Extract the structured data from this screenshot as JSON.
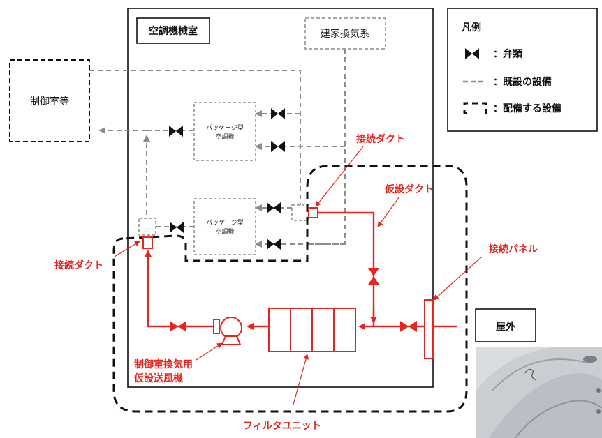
{
  "diagram": {
    "room_label": "空調機械室",
    "building_ventilation": "建家換気系",
    "control_room": "制御室等",
    "package_unit_line1": "パッケージ型",
    "package_unit_line2": "空調機",
    "outdoor": "屋外",
    "connection_duct_top": "接続ダクト",
    "connection_duct_left": "接続ダクト",
    "temporary_duct": "仮設ダクト",
    "connection_panel": "接続パネル",
    "fan_label_line1": "制御室換気用",
    "fan_label_line2": "仮設送風機",
    "filter_unit": "フィルタユニット"
  },
  "legend": {
    "title": "凡例",
    "valve": "：弁類",
    "existing": "：既設の設備",
    "deployed": "：配備する設備"
  },
  "colors": {
    "existing": "#8c8c8c",
    "temporary": "#e8241f",
    "outline": "#111111"
  }
}
